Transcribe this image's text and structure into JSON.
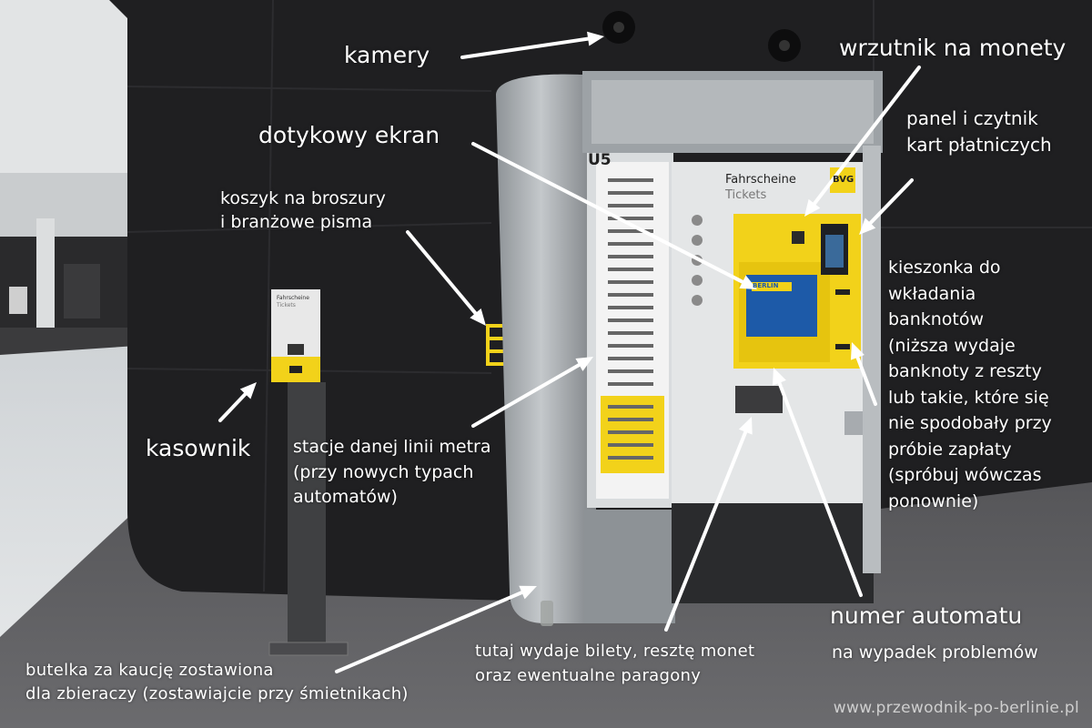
{
  "labels": {
    "kamery": "kamery",
    "wrzutnik": "wrzutnik na monety",
    "panel": "panel i czytnik\nkart płatniczych",
    "ekran": "dotykowy ekran",
    "koszyk": "koszyk na broszury\ni branżowe pisma",
    "kieszonka": "kieszonka do\nwkładania\nbanknotów\n(niższa wydaje\nbanknoty z reszty\nlub takie, które się\nnie spodobały przy\npróbie zapłaty\n(spróbuj wówczas\nponownie)",
    "kasownik": "kasownik",
    "stacje": "stacje danej linii metra\n(przy nowych typach\nautomatów)",
    "numer": "numer automatu",
    "numer_sub": "na wypadek problemów",
    "butelka": "butelka za kaucję zostawiona\ndla zbieraczy (zostawiajcie przy śmietnikach)",
    "tutaj": "tutaj wydaje bilety, resztę monet\noraz ewentualne paragony"
  },
  "machine": {
    "title_de": "Fahrscheine",
    "title_en": "Tickets",
    "brand": "BVG",
    "line": "U5",
    "screen_text": "BERLIN"
  },
  "validator": {
    "title_de": "Fahrscheine",
    "title_en": "Tickets"
  },
  "watermark": "www.przewodnik-po-berlinie.pl",
  "colors": {
    "bvg_yellow": "#f2d21a",
    "wall_dark": "#1c1c1e",
    "steel": "#a9aeb2",
    "annotation": "#ffffff"
  }
}
